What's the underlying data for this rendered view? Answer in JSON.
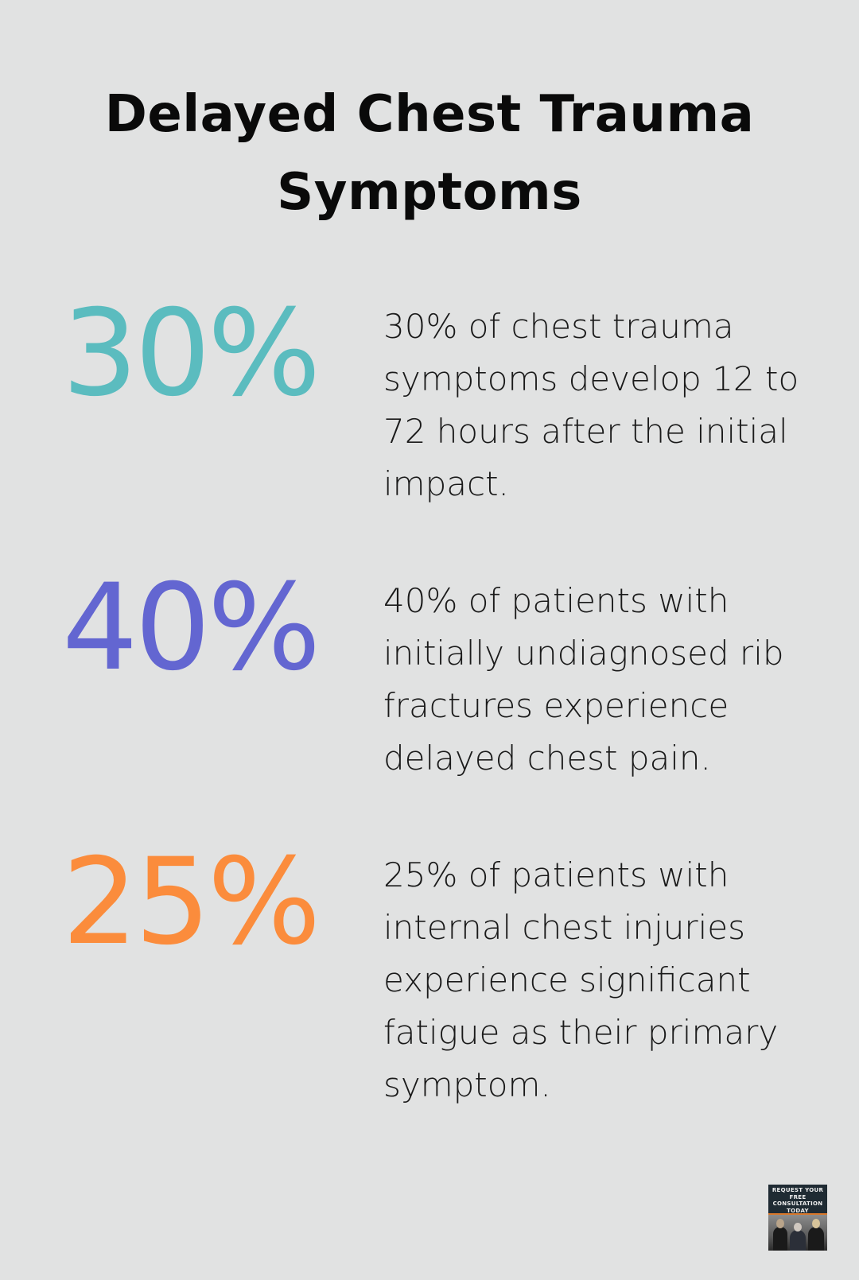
{
  "title": "Delayed Chest Trauma Symptoms",
  "title_lines": [
    "Delayed Chest Trauma",
    "Symptoms"
  ],
  "stats": [
    {
      "value": "30%",
      "color": "#5bbcbf",
      "description": "30% of chest trauma symptoms develop 12 to 72 hours after the initial impact."
    },
    {
      "value": "40%",
      "color": "#6366d1",
      "description": "40% of patients with initially undiagnosed rib fractures experience delayed chest pain."
    },
    {
      "value": "25%",
      "color": "#fb8c3c",
      "description": "25% of patients with internal chest injuries experience significant fatigue as their primary symptom."
    }
  ],
  "badge": {
    "text": "REQUEST YOUR FREE CONSULTATION TODAY",
    "background": "#1f2b33",
    "accent": "#d9782a"
  }
}
